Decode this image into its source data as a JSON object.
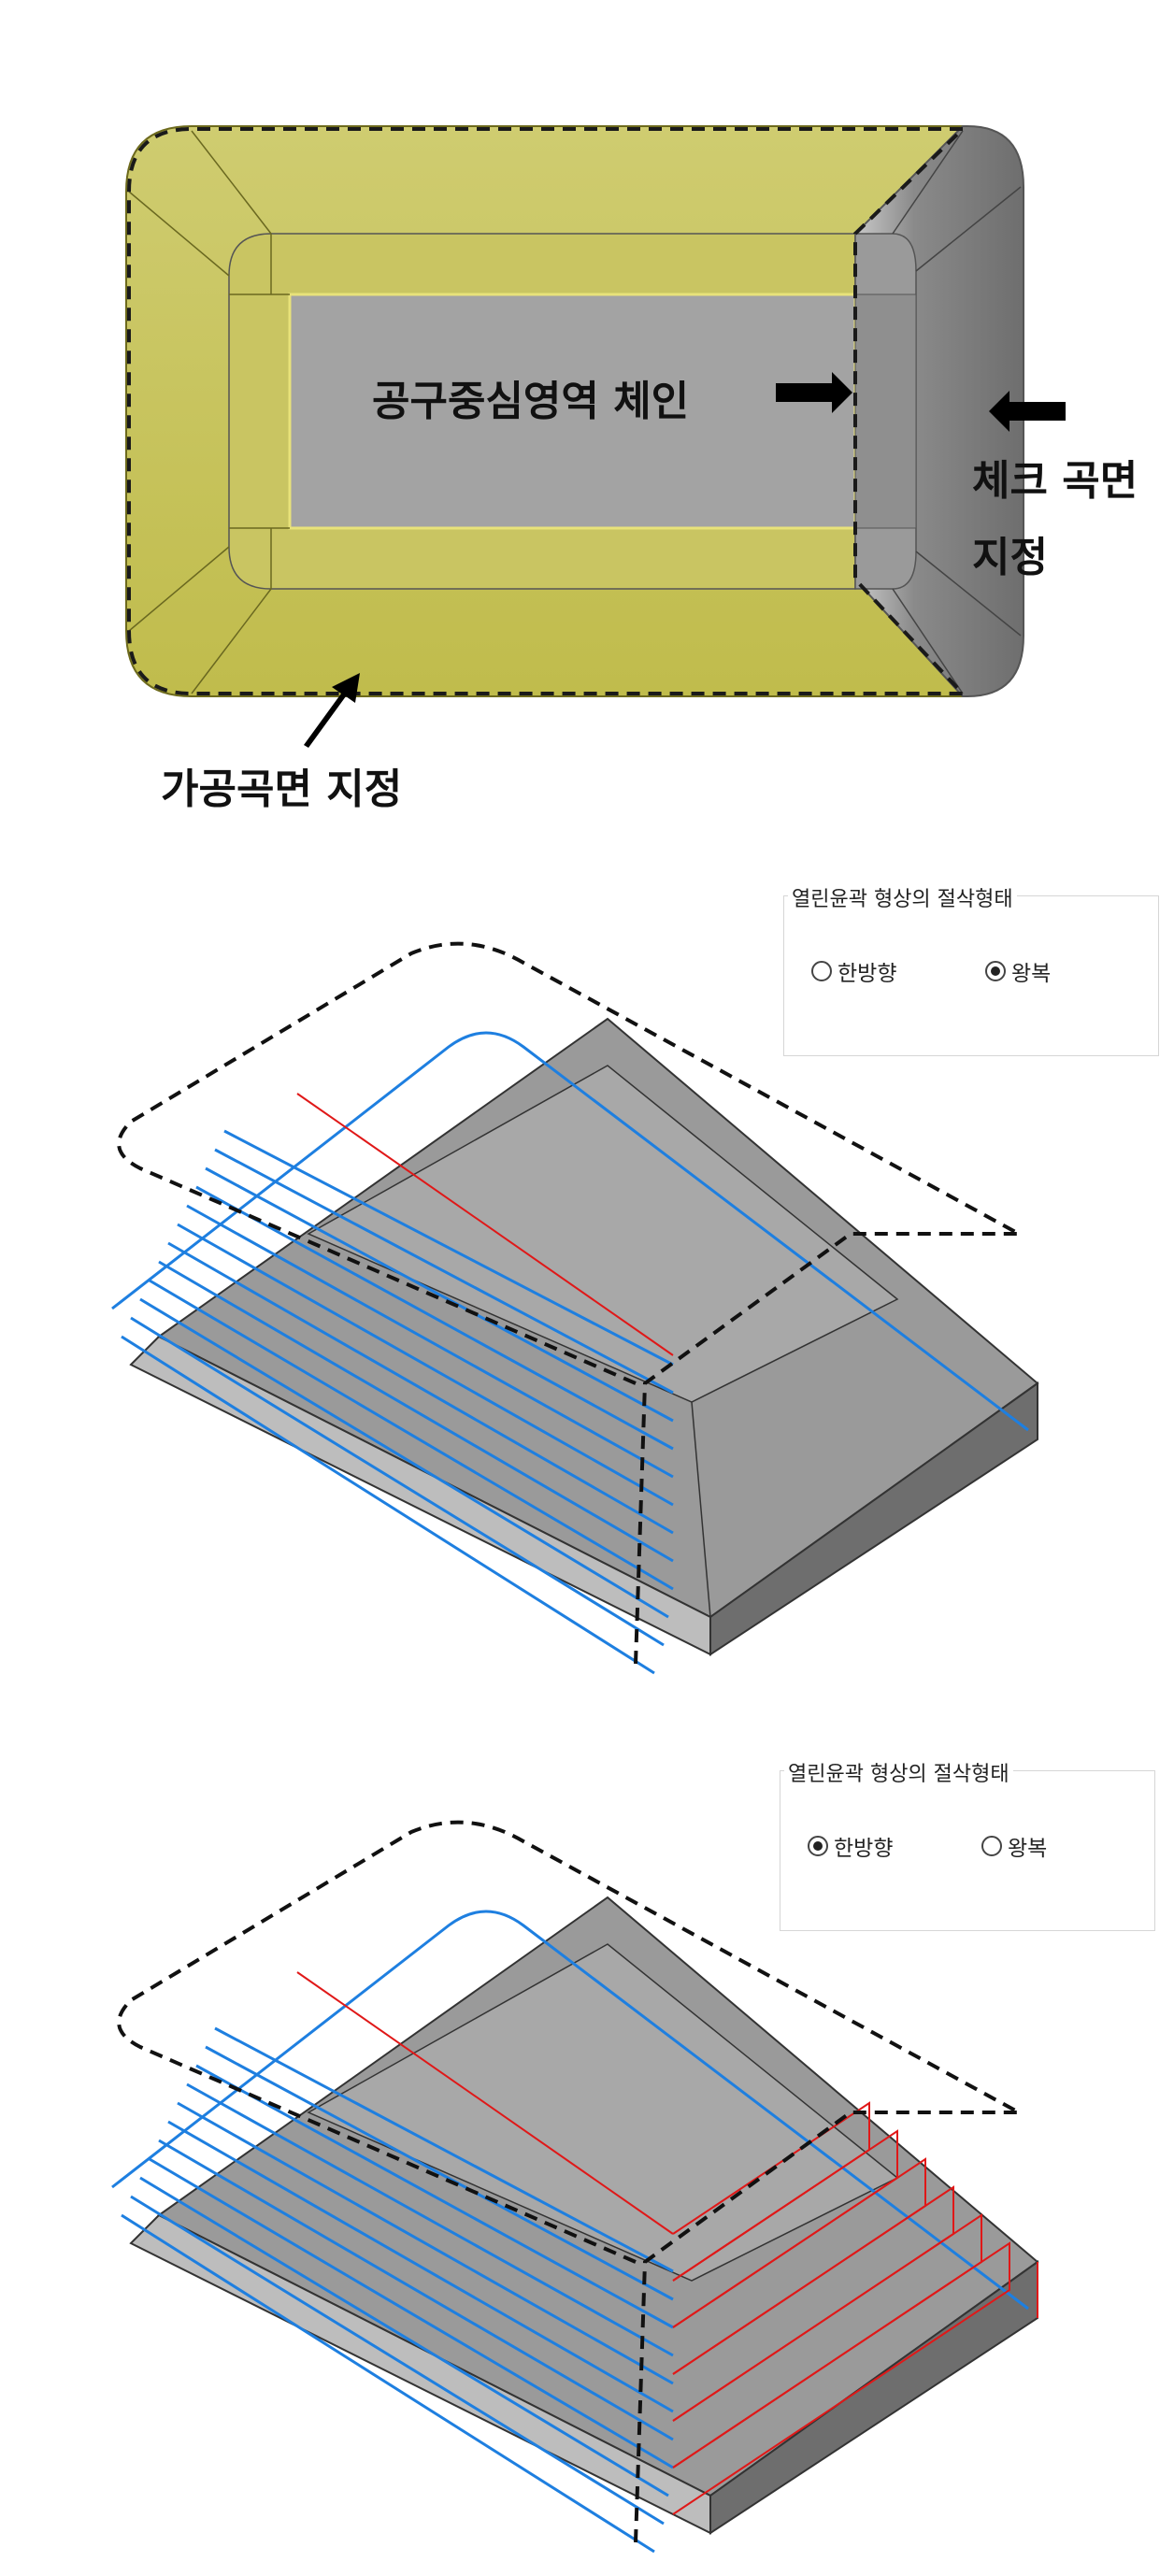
{
  "panel1": {
    "label_tool_center": "공구중심영역 체인",
    "label_check_surface_line1": "체크 곡면",
    "label_check_surface_line2": "지정",
    "label_machining_surface": "가공곡면 지정"
  },
  "panel2": {
    "group_title": "열린윤곽 형상의 절삭형태",
    "options": [
      {
        "label": "한방향",
        "selected": false
      },
      {
        "label": "왕복",
        "selected": true
      }
    ]
  },
  "panel3": {
    "group_title": "열린윤곽 형상의 절삭형태",
    "options": [
      {
        "label": "한방향",
        "selected": true
      },
      {
        "label": "왕복",
        "selected": false
      }
    ]
  },
  "colors": {
    "selected_surface": "#c9c55a",
    "check_surface": "#8c8c8c",
    "floor": "#a3a3a3",
    "toolpath": "#1e7fe0",
    "link_path": "#e01818",
    "chain": "#111111"
  }
}
